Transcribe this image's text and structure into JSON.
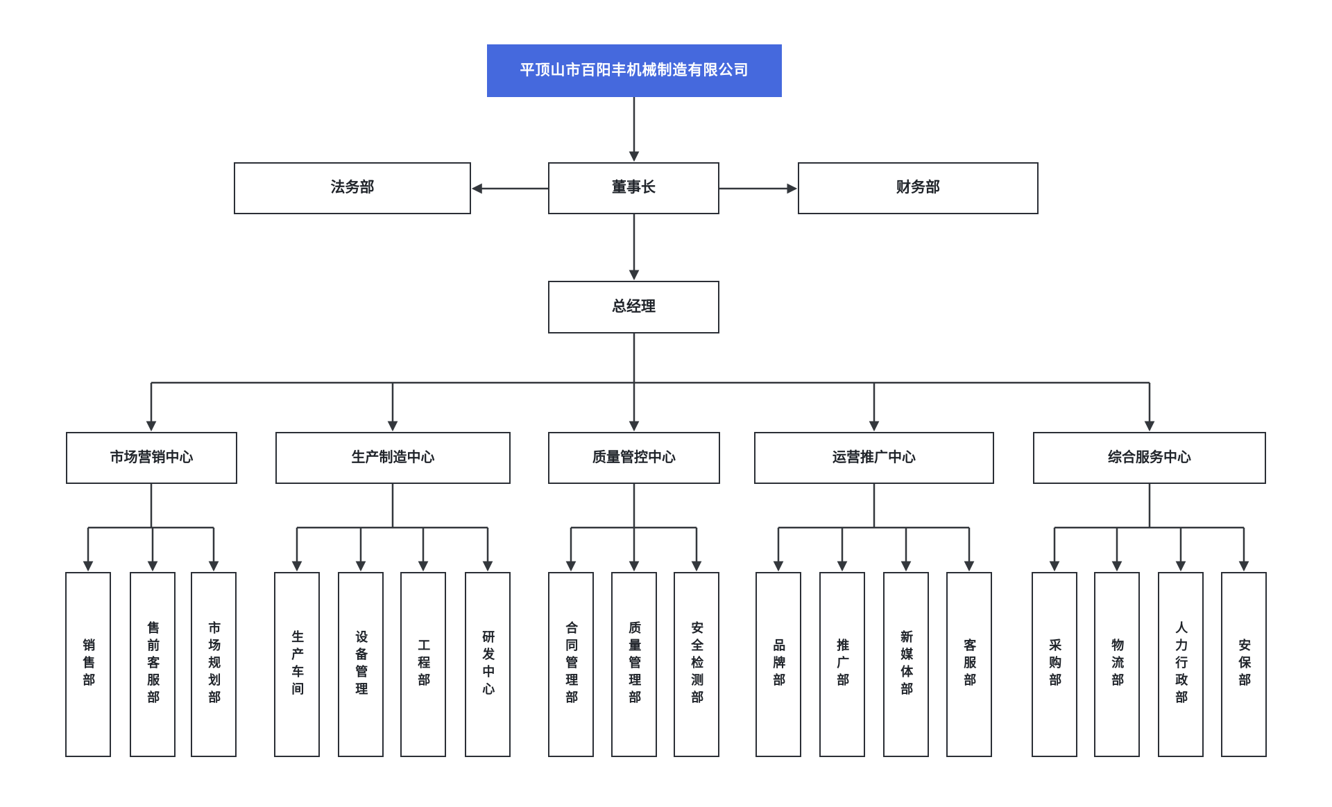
{
  "org": {
    "company": "平顶山市百阳丰机械制造有限公司",
    "legal": "法务部",
    "chairman": "董事长",
    "finance": "财务部",
    "general_manager": "总经理",
    "groups": [
      {
        "label": "市场营销中心",
        "children": [
          "销售部",
          "售前客服部",
          "市场规划部"
        ]
      },
      {
        "label": "生产制造中心",
        "children": [
          "生产车间",
          "设备管理",
          "工程部",
          "研发中心"
        ]
      },
      {
        "label": "质量管控中心",
        "children": [
          "合同管理部",
          "质量管理部",
          "安全检测部"
        ]
      },
      {
        "label": "运营推广中心",
        "children": [
          "品牌部",
          "推广部",
          "新媒体部",
          "客服部"
        ]
      },
      {
        "label": "综合服务中心",
        "children": [
          "采购部",
          "物流部",
          "人力行政部",
          "安保部"
        ]
      }
    ]
  },
  "colors": {
    "root_bg": "#4569dd",
    "root_text": "#ffffff",
    "border": "#2b2f36",
    "line": "#33373c",
    "text": "#1f2329",
    "background": "#ffffff"
  }
}
